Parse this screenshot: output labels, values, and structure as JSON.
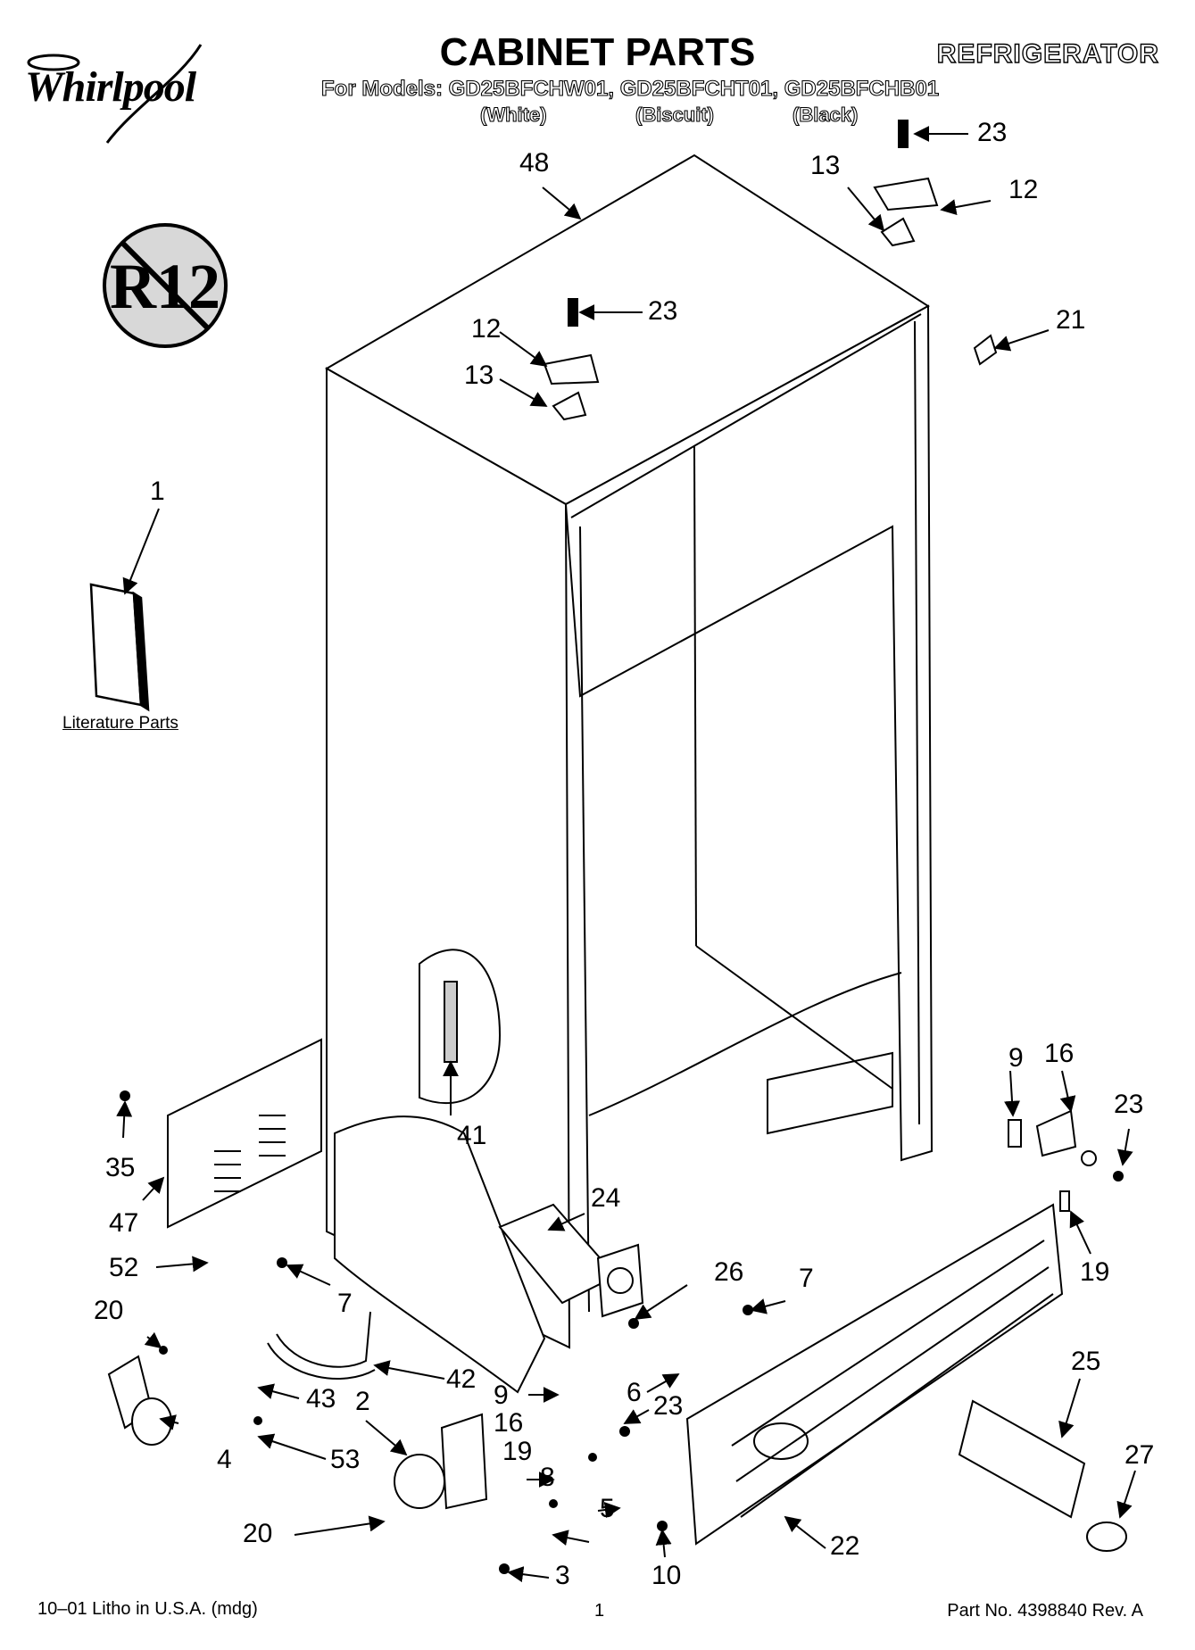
{
  "header": {
    "brand": "Whirlpool",
    "title": "CABINET PARTS",
    "category": "REFRIGERATOR",
    "models_line": "For Models: GD25BFCHW01, GD25BFCHT01, GD25BFCHB01",
    "variants": [
      "(White)",
      "(Biscuit)",
      "(Black)"
    ]
  },
  "badge": {
    "text": "R12"
  },
  "literature_label": "Literature Parts",
  "callouts": [
    {
      "id": "c1",
      "text": "1"
    },
    {
      "id": "c48",
      "text": "48"
    },
    {
      "id": "c23a",
      "text": "23"
    },
    {
      "id": "c13a",
      "text": "13"
    },
    {
      "id": "c12a",
      "text": "12"
    },
    {
      "id": "c23b",
      "text": "23"
    },
    {
      "id": "c12b",
      "text": "12"
    },
    {
      "id": "c13b",
      "text": "13"
    },
    {
      "id": "c21",
      "text": "21"
    },
    {
      "id": "c9a",
      "text": "9"
    },
    {
      "id": "c16a",
      "text": "16"
    },
    {
      "id": "c23c",
      "text": "23"
    },
    {
      "id": "c19a",
      "text": "19"
    },
    {
      "id": "c41",
      "text": "41"
    },
    {
      "id": "c35",
      "text": "35"
    },
    {
      "id": "c47",
      "text": "47"
    },
    {
      "id": "c52",
      "text": "52"
    },
    {
      "id": "c7a",
      "text": "7"
    },
    {
      "id": "c24",
      "text": "24"
    },
    {
      "id": "c26",
      "text": "26"
    },
    {
      "id": "c7b",
      "text": "7"
    },
    {
      "id": "c20a",
      "text": "20"
    },
    {
      "id": "c42",
      "text": "42"
    },
    {
      "id": "c6",
      "text": "6"
    },
    {
      "id": "c43",
      "text": "43"
    },
    {
      "id": "c2",
      "text": "2"
    },
    {
      "id": "c9b",
      "text": "9"
    },
    {
      "id": "c23d",
      "text": "23"
    },
    {
      "id": "c16b",
      "text": "16"
    },
    {
      "id": "c25",
      "text": "25"
    },
    {
      "id": "c27",
      "text": "27"
    },
    {
      "id": "c4",
      "text": "4"
    },
    {
      "id": "c53",
      "text": "53"
    },
    {
      "id": "c19b",
      "text": "19"
    },
    {
      "id": "c8",
      "text": "8"
    },
    {
      "id": "c5",
      "text": "5"
    },
    {
      "id": "c20b",
      "text": "20"
    },
    {
      "id": "c3",
      "text": "3"
    },
    {
      "id": "c10",
      "text": "10"
    },
    {
      "id": "c22",
      "text": "22"
    }
  ],
  "footer": {
    "left": "10–01 Litho in U.S.A. (mdg)",
    "page": "1",
    "part_number": "Part No. 4398840 Rev. A"
  }
}
